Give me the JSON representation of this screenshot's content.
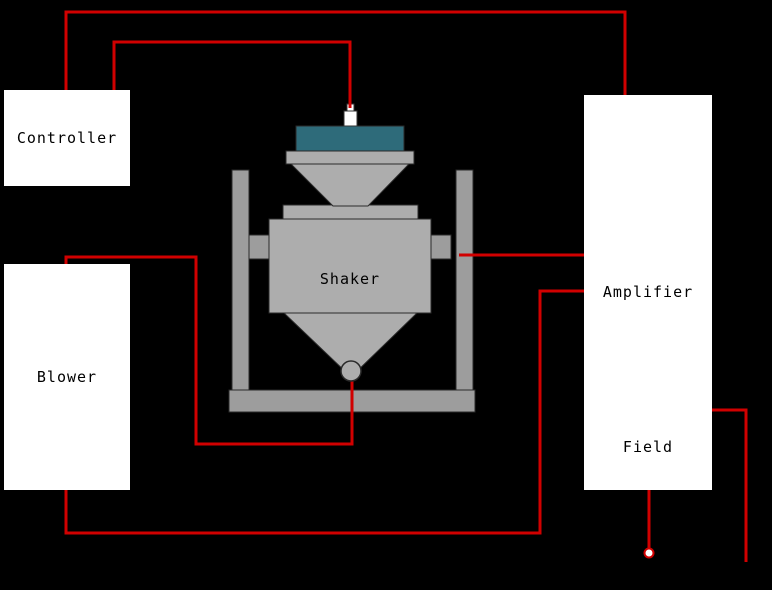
{
  "diagram": {
    "labels": {
      "controller": "Controller",
      "blower": "Blower",
      "amplifier": "Amplifier",
      "field": "Field",
      "shaker": "Shaker"
    },
    "colors": {
      "background": "#000000",
      "box-bg": "#ffffff",
      "box-text": "#000000",
      "wire": "#d10000",
      "metal": "#adadad",
      "metal-dark": "#9d9d9d",
      "teal": "#2e6b7a",
      "outline": "#2a2a2a",
      "terminal": "#ffffff"
    }
  }
}
